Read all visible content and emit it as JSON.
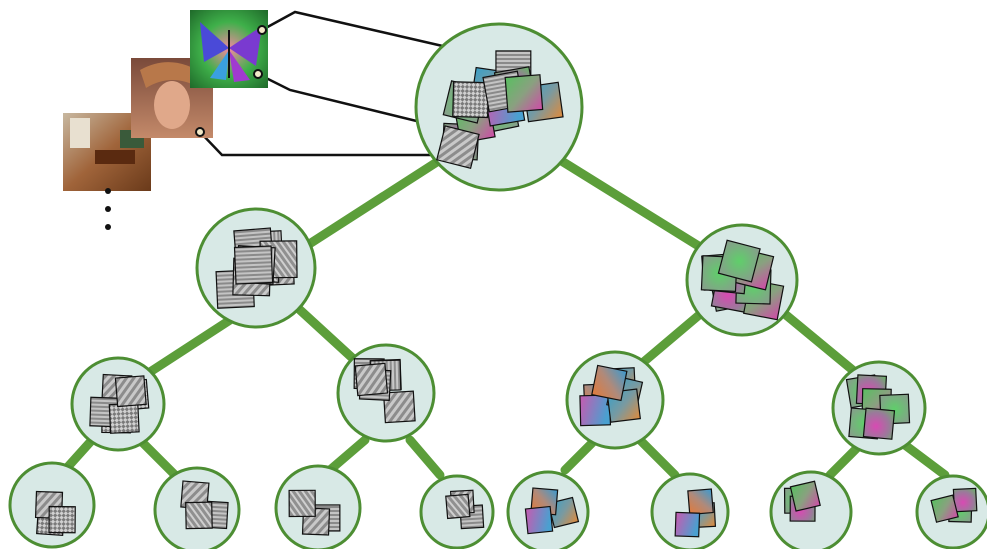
{
  "diagram": {
    "kind": "hierarchical clustering tree of image filters",
    "edge_color": "#5c9e3a",
    "node_border_color": "#4d8e33",
    "node_fill_color": "#d8e9e6",
    "filter_types": [
      "gray-gabor",
      "gray-checker",
      "color-blob",
      "color-edge"
    ],
    "input_images": [
      {
        "name": "butterfly",
        "description_color": "#3aa040"
      },
      {
        "name": "portrait",
        "description_color": "#b06a4e"
      },
      {
        "name": "living-room",
        "description_color": "#9b5a2e"
      }
    ],
    "ellipsis": "more images",
    "nodes": [
      {
        "id": "root",
        "level": 0,
        "filters": "color-mixed"
      },
      {
        "id": "l1-left",
        "level": 1,
        "filters": "gray-gabor"
      },
      {
        "id": "l1-right",
        "level": 1,
        "filters": "color-blob"
      },
      {
        "id": "l2-a",
        "level": 2,
        "filters": "gray-checker"
      },
      {
        "id": "l2-b",
        "level": 2,
        "filters": "gray-gabor"
      },
      {
        "id": "l2-c",
        "level": 2,
        "filters": "color-edge"
      },
      {
        "id": "l2-d",
        "level": 2,
        "filters": "color-blob"
      },
      {
        "id": "l3-a",
        "level": 3,
        "filters": "gray-checker"
      },
      {
        "id": "l3-b",
        "level": 3,
        "filters": "gray-gabor"
      },
      {
        "id": "l3-c",
        "level": 3,
        "filters": "gray-gabor"
      },
      {
        "id": "l3-d",
        "level": 3,
        "filters": "gray-gabor"
      },
      {
        "id": "l3-e",
        "level": 3,
        "filters": "color-edge"
      },
      {
        "id": "l3-f",
        "level": 3,
        "filters": "color-edge"
      },
      {
        "id": "l3-g",
        "level": 3,
        "filters": "color-blob"
      },
      {
        "id": "l3-h",
        "level": 3,
        "filters": "color-blob"
      }
    ]
  }
}
